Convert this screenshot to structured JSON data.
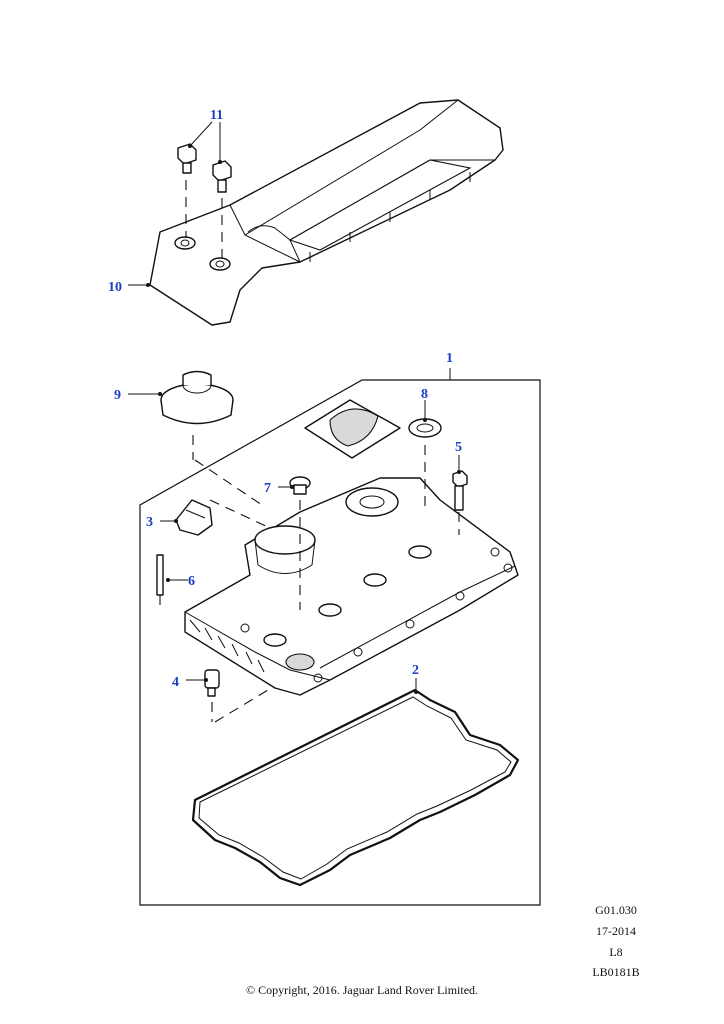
{
  "callouts": {
    "c1": "1",
    "c2": "2",
    "c3": "3",
    "c4": "4",
    "c5": "5",
    "c6": "6",
    "c7": "7",
    "c8": "8",
    "c9": "9",
    "c10": "10",
    "c11": "11"
  },
  "info": {
    "code": "G01.030",
    "year": "17-2014",
    "level": "L8",
    "ref": "LB0181B"
  },
  "copyright": "© Copyright, 2016. Jaguar Land Rover Limited.",
  "colors": {
    "callout": "#1a3fc4",
    "line": "#111111"
  }
}
